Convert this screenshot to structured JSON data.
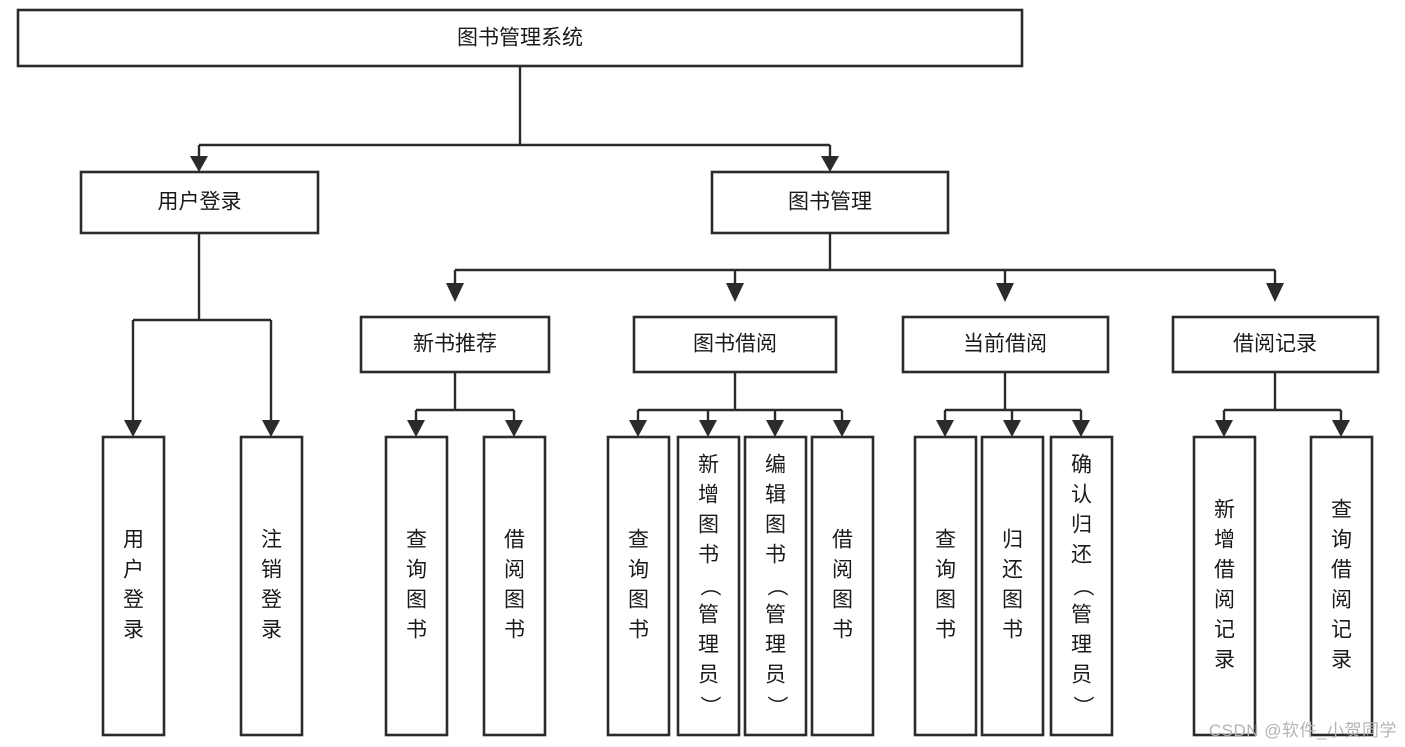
{
  "diagram": {
    "title": "图书管理系统",
    "type": "tree-hierarchy",
    "watermark": "CSDN @软件_小贺同学",
    "style": {
      "background": "#ffffff",
      "box_fill": "#ffffff",
      "box_stroke": "#2b2b2b",
      "text_color": "#1a1a1a",
      "watermark_color": "#b4b4b4"
    },
    "nodes": {
      "root": {
        "label": "图书管理系统",
        "orientation": "horizontal"
      },
      "level2": [
        {
          "id": "user-login",
          "label": "用户登录",
          "orientation": "horizontal"
        },
        {
          "id": "book-manage",
          "label": "图书管理",
          "orientation": "horizontal"
        }
      ],
      "level3": [
        {
          "id": "new-book-recommend",
          "label": "新书推荐",
          "orientation": "horizontal"
        },
        {
          "id": "book-borrow",
          "label": "图书借阅",
          "orientation": "horizontal"
        },
        {
          "id": "current-borrow",
          "label": "当前借阅",
          "orientation": "horizontal"
        },
        {
          "id": "borrow-record",
          "label": "借阅记录",
          "orientation": "horizontal"
        }
      ],
      "leaves": [
        {
          "id": "leaf-user-login",
          "label": "用户登录",
          "parent": "user-login",
          "orientation": "vertical"
        },
        {
          "id": "leaf-logout-login",
          "label": "注销登录",
          "parent": "user-login",
          "orientation": "vertical"
        },
        {
          "id": "leaf-query-book-1",
          "label": "查询图书",
          "parent": "new-book-recommend",
          "orientation": "vertical"
        },
        {
          "id": "leaf-borrow-book-1",
          "label": "借阅图书",
          "parent": "new-book-recommend",
          "orientation": "vertical"
        },
        {
          "id": "leaf-query-book-2",
          "label": "查询图书",
          "parent": "book-borrow",
          "orientation": "vertical"
        },
        {
          "id": "leaf-add-book",
          "label": "新增图书（管理员）",
          "parent": "book-borrow",
          "orientation": "vertical"
        },
        {
          "id": "leaf-edit-book",
          "label": "编辑图书（管理员）",
          "parent": "book-borrow",
          "orientation": "vertical"
        },
        {
          "id": "leaf-borrow-book-2",
          "label": "借阅图书",
          "parent": "book-borrow",
          "orientation": "vertical"
        },
        {
          "id": "leaf-query-book-3",
          "label": "查询图书",
          "parent": "current-borrow",
          "orientation": "vertical"
        },
        {
          "id": "leaf-return-book",
          "label": "归还图书",
          "parent": "current-borrow",
          "orientation": "vertical"
        },
        {
          "id": "leaf-confirm-return",
          "label": "确认归还（管理员）",
          "parent": "current-borrow",
          "orientation": "vertical"
        },
        {
          "id": "leaf-add-record",
          "label": "新增借阅记录",
          "parent": "borrow-record",
          "orientation": "vertical"
        },
        {
          "id": "leaf-query-record",
          "label": "查询借阅记录",
          "parent": "borrow-record",
          "orientation": "vertical"
        }
      ]
    }
  }
}
